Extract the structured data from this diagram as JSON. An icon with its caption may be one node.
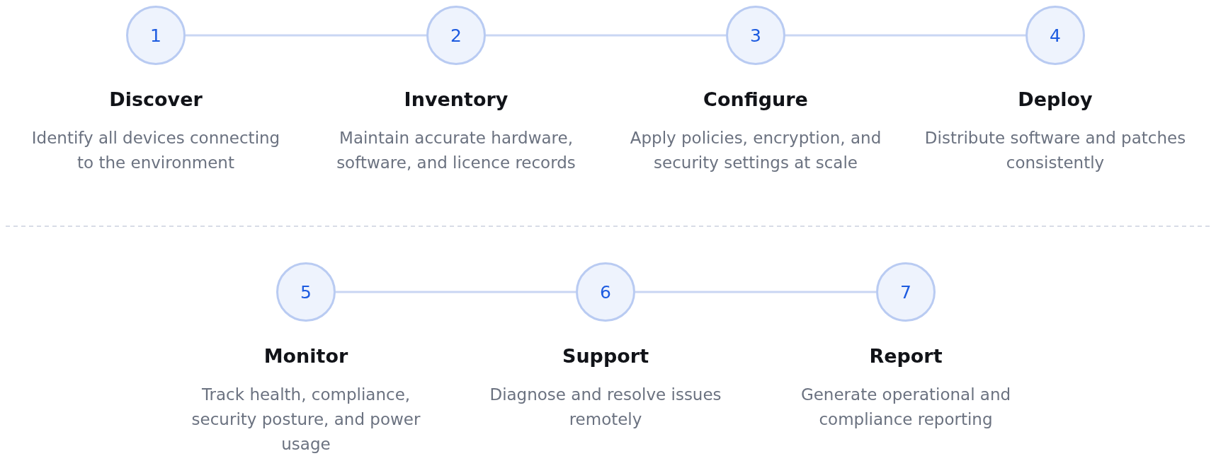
{
  "diagram": {
    "nodes": [
      {
        "text": [
          "1"
        ],
        "beside": [
          "Discover",
          "Identify all devices connecting to the environment"
        ]
      },
      {
        "text": [
          "2"
        ],
        "beside": [
          "Inventory",
          "Maintain accurate hardware, software, and licence records"
        ]
      },
      {
        "text": [
          "3"
        ],
        "beside": [
          "Configure",
          "Apply policies, encryption, and security settings at scale"
        ]
      },
      {
        "text": [
          "4"
        ],
        "beside": [
          "Deploy",
          "Distribute software and patches consistently"
        ]
      },
      {
        "text": [
          "5"
        ],
        "beside": [
          "Monitor",
          "Track health, compliance, security posture, and power usage"
        ]
      },
      {
        "text": [
          "6"
        ],
        "beside": [
          "Support",
          "Diagnose and resolve issues remotely"
        ]
      },
      {
        "text": [
          "7"
        ],
        "beside": [
          "Report",
          "Generate operational and compliance reporting"
        ]
      }
    ],
    "edges": [
      {
        "from": 0,
        "to": 1,
        "arrow": "none"
      },
      {
        "from": 1,
        "to": 2,
        "arrow": "none"
      },
      {
        "from": 2,
        "to": 3,
        "arrow": "none"
      },
      {
        "from": 4,
        "to": 5,
        "arrow": "none"
      },
      {
        "from": 5,
        "to": 6,
        "arrow": "none"
      }
    ]
  }
}
